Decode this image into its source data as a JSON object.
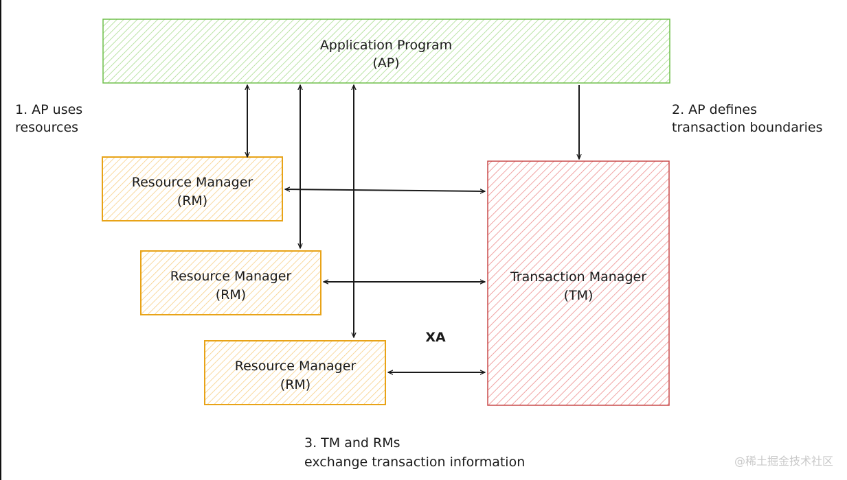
{
  "ap": {
    "title": "Application Program",
    "abbr": "(AP)",
    "color": "#6fbf4a"
  },
  "resource_managers": [
    {
      "title": "Resource Manager",
      "abbr": "(RM)"
    },
    {
      "title": "Resource Manager",
      "abbr": "(RM)"
    },
    {
      "title": "Resource Manager",
      "abbr": "(RM)"
    }
  ],
  "rm_color": "#e8a317",
  "tm": {
    "title": "Transaction Manager",
    "abbr": "(TM)",
    "color": "#c94a4a"
  },
  "notes": {
    "uses_line1": "1. AP uses",
    "uses_line2": "resources",
    "defines_line1": "2. AP defines",
    "defines_line2": "transaction boundaries",
    "exchange_line1": "3. TM and RMs",
    "exchange_line2": "exchange transaction information"
  },
  "xa_label": "XA",
  "watermark": "@稀土掘金技术社区"
}
